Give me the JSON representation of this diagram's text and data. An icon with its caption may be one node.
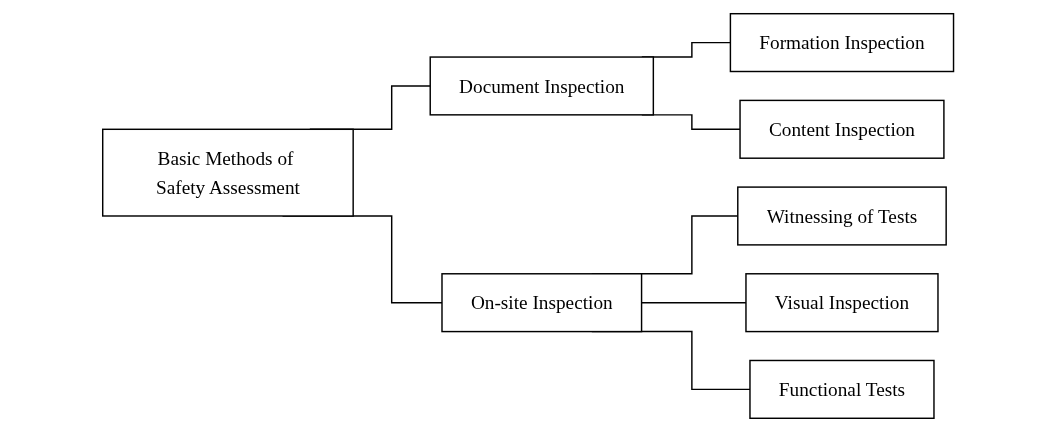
{
  "diagram": {
    "nodes": [
      {
        "text": [
          "Basic Methods of Safety Assessment"
        ]
      },
      {
        "text": [
          "Document Inspection"
        ]
      },
      {
        "text": [
          "Formation Inspection"
        ]
      },
      {
        "text": [
          "Content Inspection"
        ]
      },
      {
        "text": [
          "On-site Inspection"
        ]
      },
      {
        "text": [
          "Witnessing of Tests"
        ]
      },
      {
        "text": [
          "Visual Inspection"
        ]
      },
      {
        "text": [
          "Functional Tests"
        ]
      }
    ],
    "edges": [
      {
        "from": 0,
        "to": 1,
        "arrow": "none"
      },
      {
        "from": 0,
        "to": 4,
        "arrow": "none"
      },
      {
        "from": 1,
        "to": 2,
        "arrow": "none"
      },
      {
        "from": 1,
        "to": 3,
        "arrow": "none"
      },
      {
        "from": 4,
        "to": 5,
        "arrow": "none"
      },
      {
        "from": 4,
        "to": 6,
        "arrow": "none"
      },
      {
        "from": 4,
        "to": 7,
        "arrow": "none"
      }
    ]
  }
}
